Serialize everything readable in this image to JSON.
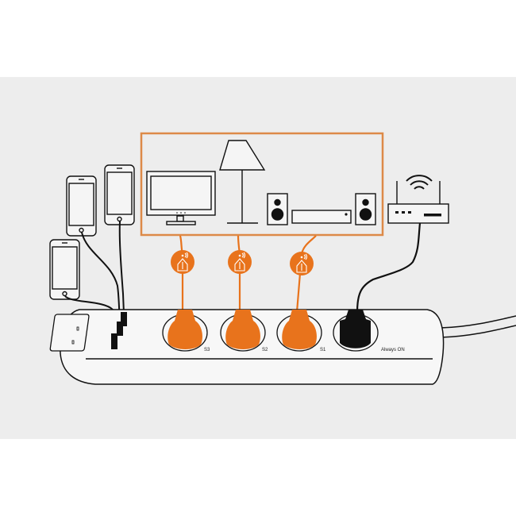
{
  "colors": {
    "background": "#ffffff",
    "band": "#ededed",
    "accent_orange": "#e8731c",
    "frame_orange": "#dd8a48",
    "line": "#111111",
    "device_fill": "#f5f5f5"
  },
  "diagram": {
    "title_hidden": "Smart power strip with switchable sockets",
    "switched_group": {
      "devices": [
        {
          "name": "tv",
          "icon": "tv-icon"
        },
        {
          "name": "floor-lamp",
          "icon": "lamp-icon"
        },
        {
          "name": "hifi",
          "icon": "stereo-icon"
        }
      ]
    },
    "always_on_device": {
      "name": "router",
      "icon": "wifi-router-icon"
    },
    "usb_devices": [
      {
        "name": "phone-1",
        "icon": "smartphone-icon"
      },
      {
        "name": "phone-2",
        "icon": "smartphone-icon"
      },
      {
        "name": "phone-3",
        "icon": "smartphone-icon"
      }
    ],
    "smart_badges": [
      {
        "socket": "S3",
        "icon": "smart-home-icon"
      },
      {
        "socket": "S2",
        "icon": "smart-home-icon"
      },
      {
        "socket": "S1",
        "icon": "smart-home-icon"
      }
    ],
    "sockets": [
      {
        "label": "S3",
        "plug_color": "#e8731c"
      },
      {
        "label": "S2",
        "plug_color": "#e8731c"
      },
      {
        "label": "S1",
        "plug_color": "#e8731c"
      },
      {
        "label": "Always ON",
        "plug_color": "#111111"
      }
    ]
  }
}
